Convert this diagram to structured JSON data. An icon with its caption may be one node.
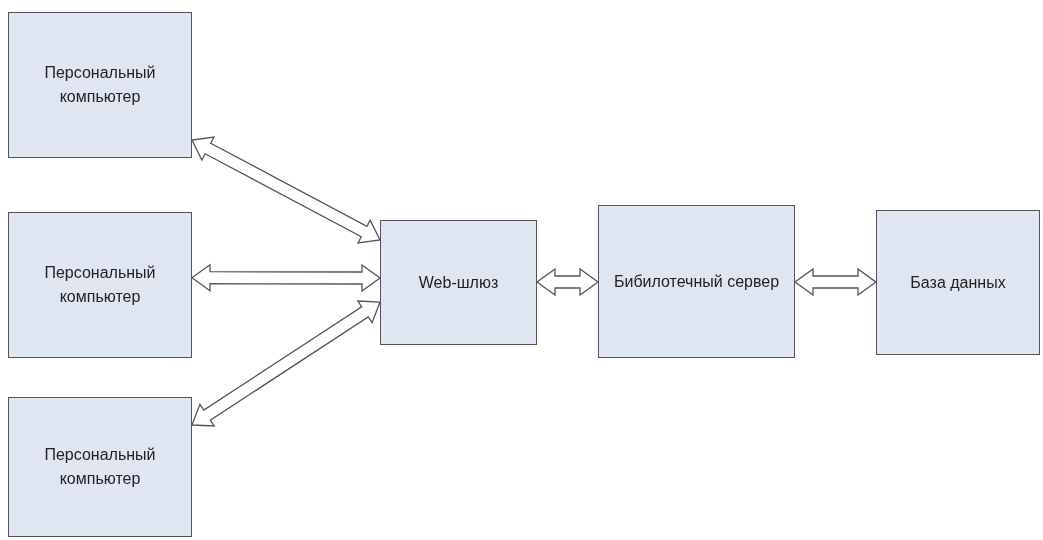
{
  "diagram": {
    "nodes": [
      {
        "text": [
          "Персональный компьютер"
        ]
      },
      {
        "text": [
          "Персональный компьютер"
        ]
      },
      {
        "text": [
          "Персональный компьютер"
        ]
      },
      {
        "text": [
          "Web-шлюз"
        ]
      },
      {
        "text": [
          "Бибилотечный сервер"
        ]
      },
      {
        "text": [
          "База данных"
        ]
      }
    ],
    "edges": [
      {
        "from": 0,
        "to": 3,
        "arrow": "both"
      },
      {
        "from": 1,
        "to": 3,
        "arrow": "both"
      },
      {
        "from": 2,
        "to": 3,
        "arrow": "both"
      },
      {
        "from": 3,
        "to": 4,
        "arrow": "both"
      },
      {
        "from": 4,
        "to": 5,
        "arrow": "both"
      }
    ]
  }
}
